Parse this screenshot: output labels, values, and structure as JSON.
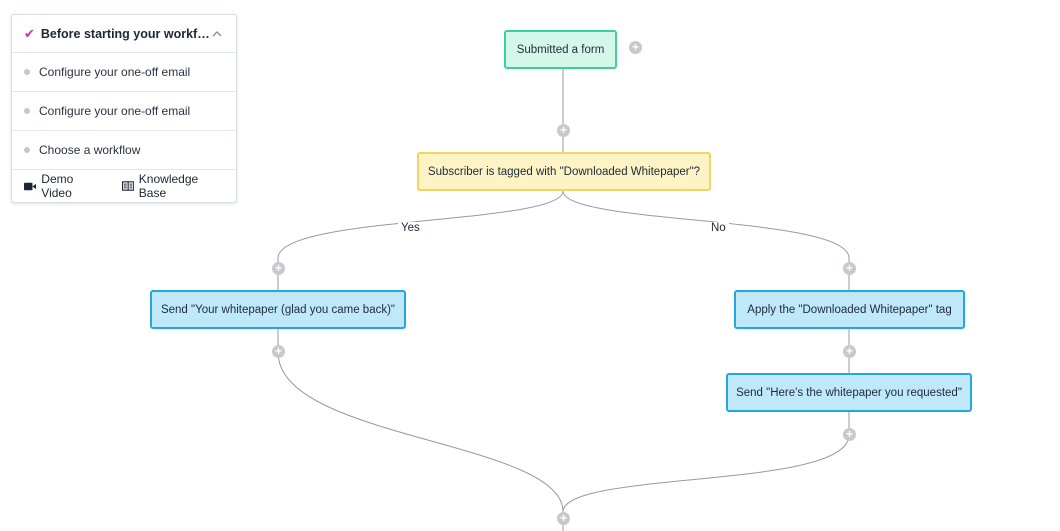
{
  "checklist": {
    "title": "Before starting your workflow...",
    "items": [
      {
        "label": "Configure your one-off email"
      },
      {
        "label": "Configure your one-off email"
      },
      {
        "label": "Choose a workflow"
      }
    ],
    "footer": {
      "demo_label": "Demo Video",
      "kb_label": "Knowledge Base"
    }
  },
  "workflow": {
    "trigger": "Submitted a form",
    "condition": "Subscriber is tagged with \"Downloaded Whitepaper\"?",
    "yes_label": "Yes",
    "no_label": "No",
    "yes_action": "Send \"Your whitepaper (glad you came back)\"",
    "no_action_1": "Apply the \"Downloaded Whitepaper\" tag",
    "no_action_2": "Send \"Here's the whitepaper you requested\"",
    "plus_symbol": "+"
  },
  "colors": {
    "accent_check": "#d62ab8",
    "trigger_fill": "#d5f7ea",
    "trigger_border": "#3ad29a",
    "condition_fill": "#fdf3c5",
    "condition_border": "#f2d55e",
    "action_fill": "#bfe8fb",
    "action_border": "#22a8e0",
    "connector": "#9a9a9a",
    "plus_button": "#c6c9cd"
  }
}
